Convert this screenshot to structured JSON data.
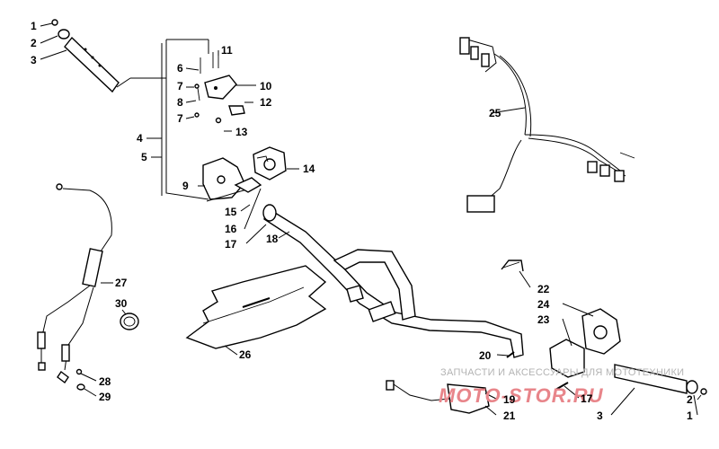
{
  "diagram": {
    "part_numbers": [
      "1",
      "2",
      "3",
      "4",
      "5",
      "6",
      "7",
      "8",
      "7",
      "9",
      "10",
      "11",
      "12",
      "13",
      "14",
      "15",
      "16",
      "17",
      "18",
      "25",
      "27",
      "30",
      "26",
      "22",
      "24",
      "23",
      "20",
      "19",
      "21",
      "17",
      "3",
      "2",
      "1",
      "28",
      "29"
    ],
    "watermark_text": "ЗАПЧАСТИ И АКСЕССУАРЫ ДЛЯ МОТОТЕХНИКИ",
    "watermark_brand": "MOTO-STOR.RU",
    "colors": {
      "brand": "#e8858a",
      "watermark": "#b3b3b3",
      "ink": "#000000"
    }
  }
}
